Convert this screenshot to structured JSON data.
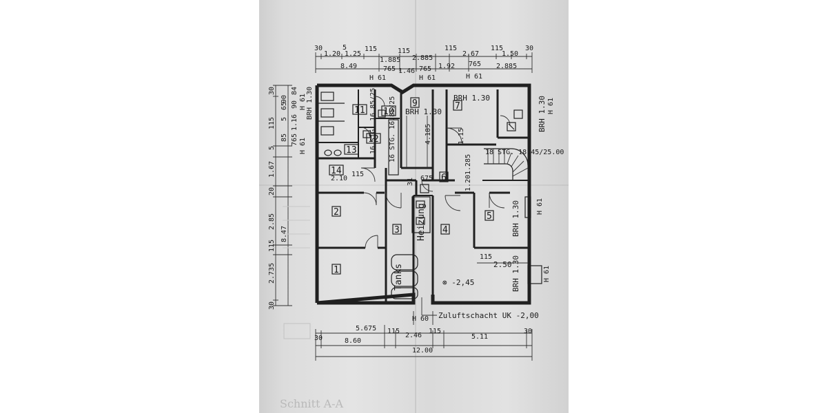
{
  "dimensions": {
    "top_row1": [
      "30",
      "1.20",
      "5",
      "1.25",
      "115",
      "1.885",
      "115",
      "2.885",
      "115",
      "2.67",
      "115",
      "1.50",
      "30"
    ],
    "top_row2": [
      "8.49",
      "765",
      "1.46",
      "765",
      "1.92",
      "765",
      "2.885"
    ],
    "top_h61": [
      "H 61",
      "H 61",
      "H 61"
    ],
    "bottom_row1": [
      "5.675",
      "115",
      "2.46",
      "115"
    ],
    "bottom_row2": [
      "30",
      "8.60",
      "5.11",
      "30"
    ],
    "bottom_total": "12.00",
    "bottom_h60": "H 60",
    "left_outer": [
      "30",
      "115",
      "5",
      "1.67",
      "20",
      "2.85",
      "115",
      "2.735",
      "30"
    ],
    "left_inner": [
      "5",
      "65",
      "90",
      "85",
      "90",
      "65"
    ],
    "left_total": "8.47",
    "left_h61": [
      "H 61",
      "H 61"
    ],
    "left_misc": [
      "84",
      "765",
      "1.16",
      "765",
      "115"
    ]
  },
  "rooms": [
    {
      "id": "1",
      "label": "1"
    },
    {
      "id": "2",
      "label": "2"
    },
    {
      "id": "3",
      "label": "3"
    },
    {
      "id": "4",
      "label": "4"
    },
    {
      "id": "5",
      "label": "5"
    },
    {
      "id": "6",
      "label": "6"
    },
    {
      "id": "7",
      "label": "7"
    },
    {
      "id": "9",
      "label": "9"
    },
    {
      "id": "10",
      "label": "10"
    },
    {
      "id": "11",
      "label": "11"
    },
    {
      "id": "12",
      "label": "12"
    },
    {
      "id": "13",
      "label": "13"
    },
    {
      "id": "14",
      "label": "14"
    }
  ],
  "annotations": {
    "heizung": "Heizung",
    "tanks": "Tanks",
    "level": "⊗ -2,45",
    "zuluft": "Zuluftschacht UK -2,00",
    "stg_right": "18 STG. 18.45/25.00",
    "stg_mid": "16 STG. 16.85/25",
    "stg_left": "16 STG. 16.85/25",
    "brh_9": "BRH 1.30",
    "brh_7": "BRH 1.30",
    "brh_5": "BRH 1.30",
    "brh_right": "BRH 1.30",
    "brh_low": "BRH 1.30",
    "brh_left": "BRH 1.30",
    "h61_right1": "H 61",
    "h61_right2": "H 61",
    "h61_right3": "H 61",
    "dim_4185": "4.185",
    "dim_1285": "1.285",
    "dim_120": "1.20",
    "dim_115a": "115",
    "dim_115b": "115",
    "dim_115c": "1.15",
    "dim_210": "2.10",
    "dim_31": "31",
    "dim_675": "675",
    "dim_250": "2.50",
    "dim_115d": "115",
    "ghost": "Schnitt A-A"
  }
}
